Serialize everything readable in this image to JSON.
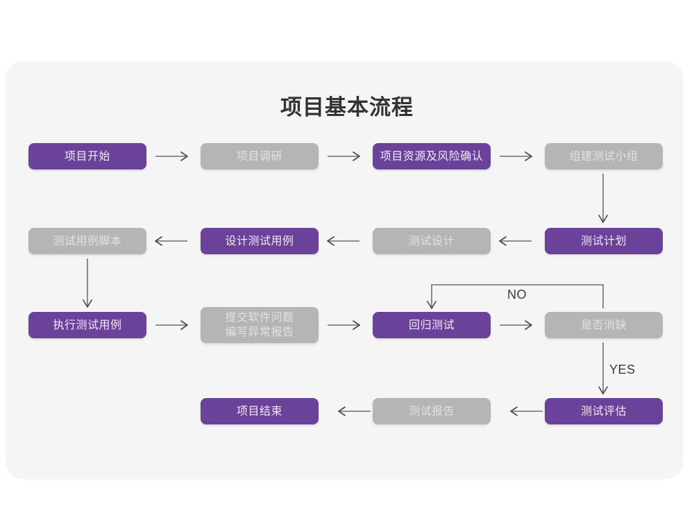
{
  "page": {
    "background_color": "#ffffff",
    "panel_color": "#f5f5f5"
  },
  "header": {
    "title": "项目基本流程"
  },
  "theme": {
    "accent_purple": "#6a429a",
    "muted_gray": "#b5b5b5",
    "purple_text": "#f2eaf8",
    "gray_text": "#e2e2e2",
    "connector_color": "#6e6e6e"
  },
  "flowchart": {
    "type": "flowchart",
    "nodes": [
      {
        "id": "n1",
        "label": "项目开始",
        "style": "purple",
        "row": 1,
        "col": 1
      },
      {
        "id": "n2",
        "label": "项目调研",
        "style": "gray",
        "row": 1,
        "col": 2
      },
      {
        "id": "n3",
        "label": "项目资源及风险确认",
        "style": "purple",
        "row": 1,
        "col": 3
      },
      {
        "id": "n4",
        "label": "组建测试小组",
        "style": "gray",
        "row": 1,
        "col": 4
      },
      {
        "id": "n5",
        "label": "测试用例脚本",
        "style": "gray",
        "row": 2,
        "col": 1
      },
      {
        "id": "n6",
        "label": "设计测试用例",
        "style": "purple",
        "row": 2,
        "col": 2
      },
      {
        "id": "n7",
        "label": "测试设计",
        "style": "gray",
        "row": 2,
        "col": 3
      },
      {
        "id": "n8",
        "label": "测试计划",
        "style": "purple",
        "row": 2,
        "col": 4
      },
      {
        "id": "n9",
        "label": "执行测试用例",
        "style": "purple",
        "row": 3,
        "col": 1
      },
      {
        "id": "n10",
        "label": "提交软件问题\n编写异常报告",
        "style": "gray",
        "row": 3,
        "col": 2
      },
      {
        "id": "n11",
        "label": "回归测试",
        "style": "purple",
        "row": 3,
        "col": 3
      },
      {
        "id": "n12",
        "label": "是否消缺",
        "style": "gray",
        "row": 3,
        "col": 4
      },
      {
        "id": "n13",
        "label": "项目结束",
        "style": "purple",
        "row": 4,
        "col": 2
      },
      {
        "id": "n14",
        "label": "测试报告",
        "style": "gray",
        "row": 4,
        "col": 3
      },
      {
        "id": "n15",
        "label": "测试评估",
        "style": "purple",
        "row": 4,
        "col": 4
      }
    ],
    "edges": [
      {
        "from": "n1",
        "to": "n2",
        "direction": "right",
        "label": ""
      },
      {
        "from": "n2",
        "to": "n3",
        "direction": "right",
        "label": ""
      },
      {
        "from": "n3",
        "to": "n4",
        "direction": "right",
        "label": ""
      },
      {
        "from": "n4",
        "to": "n8",
        "direction": "down",
        "label": ""
      },
      {
        "from": "n8",
        "to": "n7",
        "direction": "left",
        "label": ""
      },
      {
        "from": "n7",
        "to": "n6",
        "direction": "left",
        "label": ""
      },
      {
        "from": "n6",
        "to": "n5",
        "direction": "left",
        "label": ""
      },
      {
        "from": "n5",
        "to": "n9",
        "direction": "down",
        "label": ""
      },
      {
        "from": "n9",
        "to": "n10",
        "direction": "right",
        "label": ""
      },
      {
        "from": "n10",
        "to": "n11",
        "direction": "right",
        "label": ""
      },
      {
        "from": "n11",
        "to": "n12",
        "direction": "right",
        "label": ""
      },
      {
        "from": "n12",
        "to": "n11",
        "direction": "loop-up-left",
        "label": "NO"
      },
      {
        "from": "n12",
        "to": "n15",
        "direction": "down",
        "label": "YES"
      },
      {
        "from": "n15",
        "to": "n14",
        "direction": "left",
        "label": ""
      },
      {
        "from": "n14",
        "to": "n13",
        "direction": "left",
        "label": ""
      }
    ],
    "edge_labels": {
      "no": "NO",
      "yes": "YES"
    }
  }
}
